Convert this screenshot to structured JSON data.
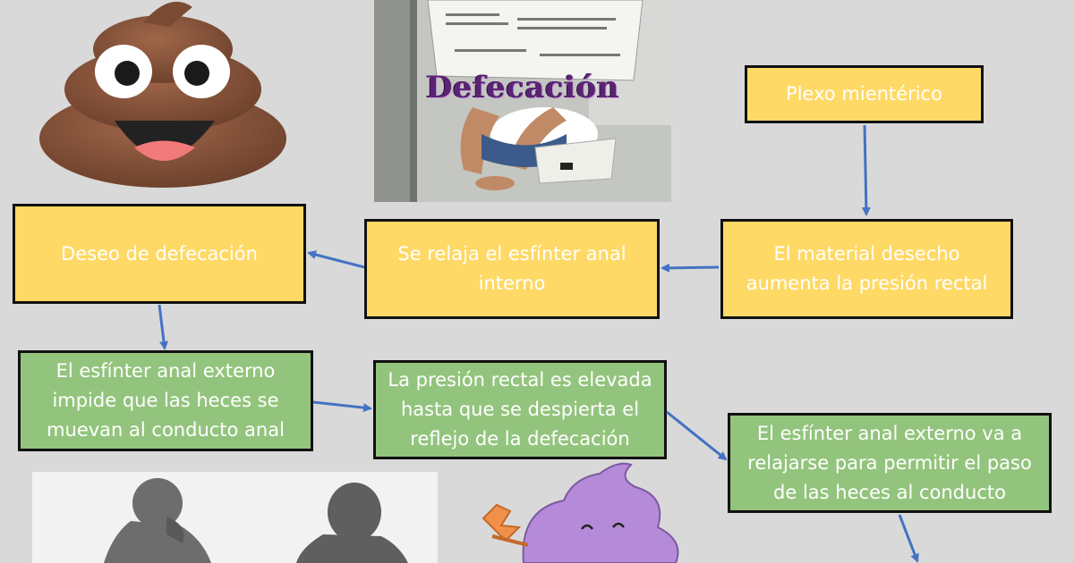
{
  "image": {
    "title_overlay": "Defecación"
  },
  "boxes": {
    "plexo": "Plexo mientérico",
    "material": "El material desecho\naumenta la presión rectal",
    "relaja": "Se relaja el esfínter anal\ninterno",
    "deseo": "Deseo de defecación",
    "externo1": "El esfínter anal externo\nimpide que las heces se\nmuevan al conducto anal",
    "presion": "La presión rectal es elevada\nhasta que se despierta el\nreflejo de la defecación",
    "externo2": "El esfínter anal externo  va a\nrelajarse para permitir el paso\nde las heces al conducto"
  },
  "colors": {
    "yellow_box": "#ffd966",
    "green_box": "#93c47d",
    "arrow": "#4472c4",
    "background": "#d9d9d9"
  },
  "icons": [
    "poop-emoji-icon",
    "toilet-photo",
    "silhouettes-photo",
    "purple-poop-icon"
  ]
}
